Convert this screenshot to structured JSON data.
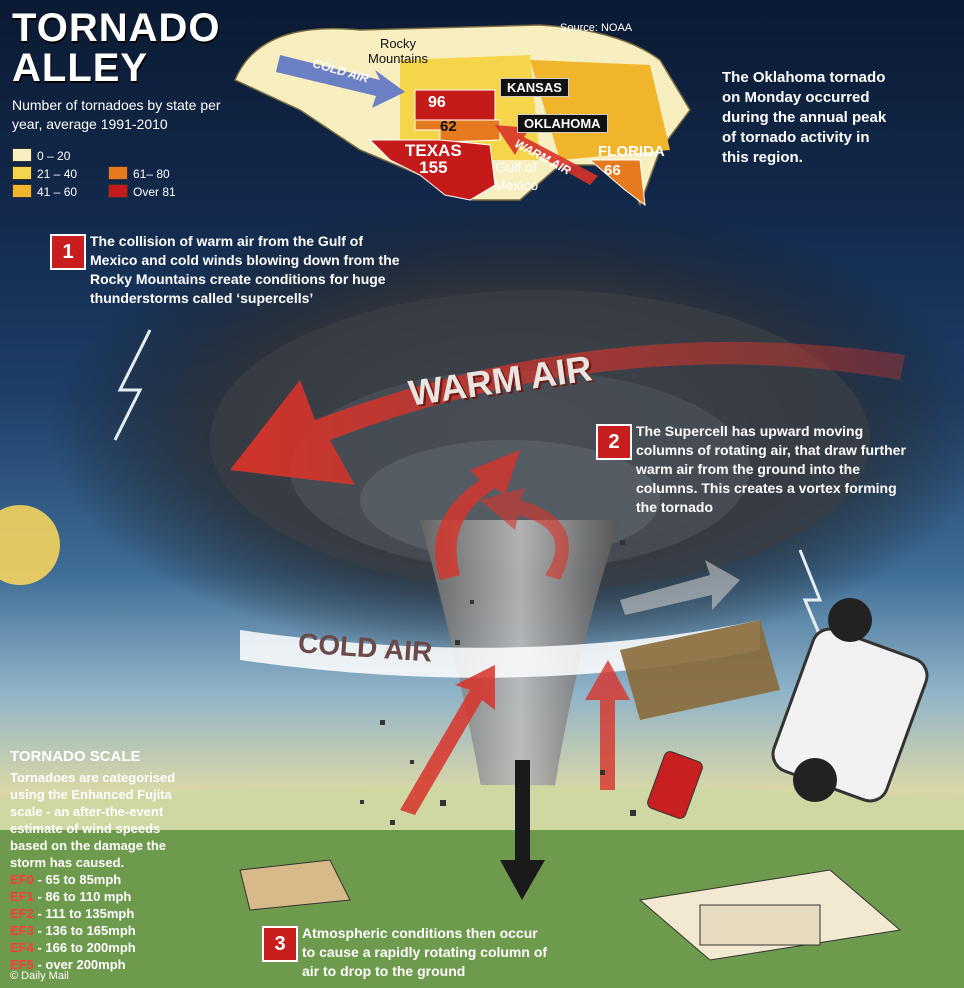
{
  "header": {
    "title_line1": "TORNADO",
    "title_line2": "ALLEY",
    "subtitle": "Number of tornadoes by state per year, average 1991-2010"
  },
  "legend": {
    "items": [
      {
        "label": "0 – 20",
        "color": "#f7efc0"
      },
      {
        "label": "21 – 40",
        "color": "#f5d54a"
      },
      {
        "label": "41 – 60",
        "color": "#f1b52c"
      },
      {
        "label": "61– 80",
        "color": "#e67a1e"
      },
      {
        "label": "Over 81",
        "color": "#c41a1a"
      }
    ]
  },
  "map": {
    "source": "Source: NOAA",
    "rocky_mountains": "Rocky Mountains",
    "cold_air": "COLD AIR",
    "warm_air": "WARM AIR",
    "gulf": "Gulf of Mexico",
    "states": [
      {
        "name": "KANSAS",
        "value": "96"
      },
      {
        "name": "OKLAHOMA",
        "value": "62"
      },
      {
        "name": "TEXAS",
        "value": "155"
      },
      {
        "name": "FLORIDA",
        "value": "66"
      }
    ]
  },
  "oklahoma_note": "The Oklahoma tornado on Monday occurred during the annual peak of tornado activity in this region.",
  "steps": [
    {
      "num": "1",
      "text": "The collision of warm air from the Gulf of Mexico and cold winds blowing down from the Rocky Mountains create conditions for huge thunderstorms called ‘supercells’"
    },
    {
      "num": "2",
      "text": "The Supercell has upward moving columns of rotating air, that draw further warm air from the ground into the columns. This creates a vortex forming the tornado"
    },
    {
      "num": "3",
      "text": "Atmospheric conditions then occur to cause a rapidly rotating column of air to drop to the ground"
    }
  ],
  "storm_labels": {
    "warm_air": "WARM AIR",
    "cold_air": "COLD AIR"
  },
  "scale": {
    "heading": "TORNADO SCALE",
    "description": "Tornadoes are categorised using the Enhanced Fujita scale - an after-the-event estimate of wind speeds based on the damage the storm has caused.",
    "levels": [
      {
        "code": "EF0",
        "range": " - 65 to 85mph"
      },
      {
        "code": "EF1",
        "range": " - 86 to 110 mph"
      },
      {
        "code": "EF2",
        "range": " - 111 to 135mph"
      },
      {
        "code": "EF3",
        "range": " - 136 to 165mph"
      },
      {
        "code": "EF4",
        "range": " - 166 to 200mph"
      },
      {
        "code": "EF5",
        "range": " - over 200mph"
      }
    ]
  },
  "credit": "© Daily Mail"
}
